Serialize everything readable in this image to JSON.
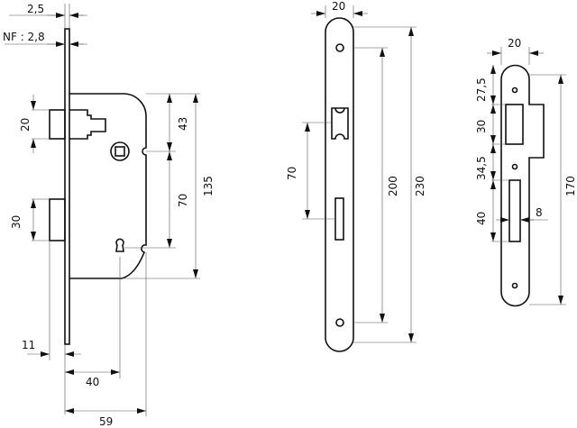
{
  "lock_case": {
    "dims": {
      "faceplate_thickness": "2,5",
      "faceplate_thickness_nf": "NF : 2,8",
      "latch_height": "20",
      "bolt_height": "30",
      "top_to_follower": "43",
      "follower_to_keyhole": "70",
      "case_height": "135",
      "bolt_projection": "11",
      "backset": "40",
      "case_depth": "59"
    }
  },
  "faceplate": {
    "dims": {
      "width": "20",
      "latch_to_bolt": "70",
      "screw_spacing": "200",
      "length": "230"
    }
  },
  "strike_plate": {
    "dims": {
      "width": "20",
      "top_to_latch": "27,5",
      "latch_window": "30",
      "window_to_slot": "34,5",
      "slot_height": "40",
      "slot_width": "8",
      "length": "170"
    }
  }
}
